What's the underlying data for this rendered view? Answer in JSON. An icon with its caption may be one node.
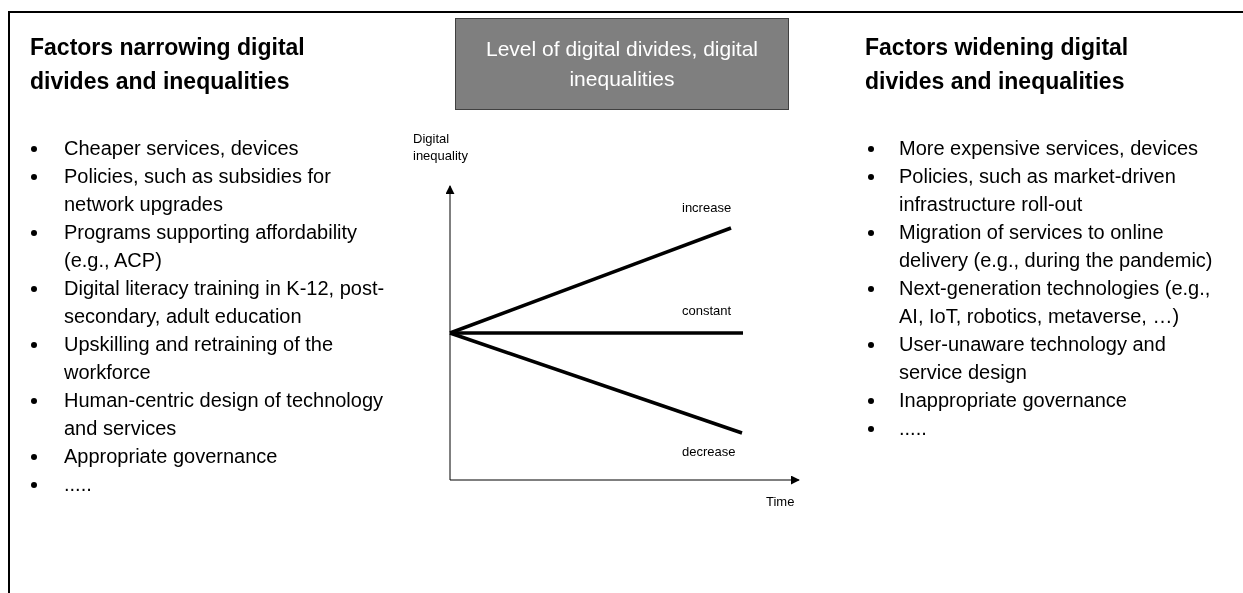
{
  "diagram": {
    "nodes": [
      {
        "text": [
          "Level of digital divides, digital inequalities"
        ]
      }
    ],
    "edges": [],
    "labels": [
      "Factors narrowing digital divides and inequalities",
      "Cheaper services, devices",
      "Policies, such as subsidies for network upgrades",
      "Programs supporting affordability (e.g., ACP)",
      "Digital literacy training in K-12, post-secondary, adult education",
      "Upskilling and retraining of the workforce",
      "Human-centric design of technology and services",
      "Appropriate governance",
      ".....",
      "Digital inequality",
      "increase",
      "constant",
      "decrease",
      "Time",
      "Factors widening digital divides and inequalities",
      "More expensive services, devices",
      "Policies, such as market-driven infrastructure roll-out",
      "Migration of services to online delivery (e.g., during the pandemic)",
      "Next-generation technologies (e.g., AI, IoT, robotics, metaverse, …)",
      "User-unaware technology and service design",
      "Inappropriate governance",
      "....."
    ]
  }
}
